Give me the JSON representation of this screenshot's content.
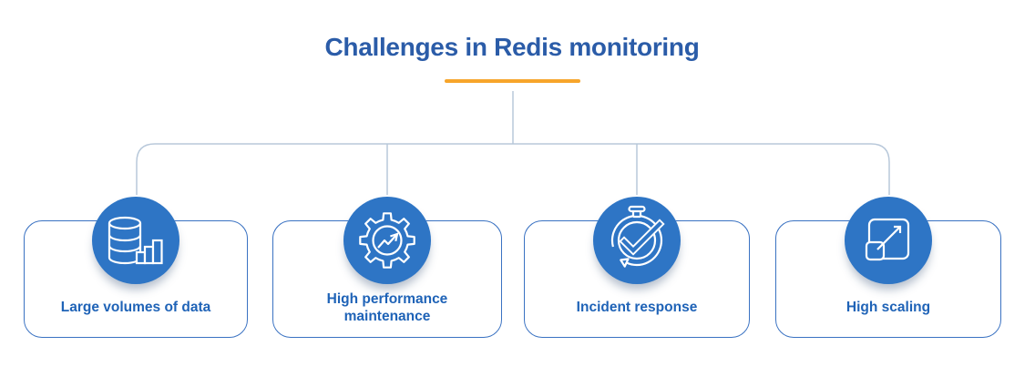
{
  "title": "Challenges in Redis monitoring",
  "colors": {
    "title": "#2b5ca8",
    "accent_underline": "#f7a52b",
    "node_blue": "#2e75c5",
    "card_border": "#3a72c2",
    "label": "#1f63b7",
    "connector": "#b8c8da"
  },
  "cards": [
    {
      "label": "Large volumes of data",
      "icon": "database-chart-icon"
    },
    {
      "label": "High performance maintenance",
      "icon": "gear-growth-icon"
    },
    {
      "label": "Incident response",
      "icon": "stopwatch-check-icon"
    },
    {
      "label": "High scaling",
      "icon": "scale-expand-icon"
    }
  ]
}
